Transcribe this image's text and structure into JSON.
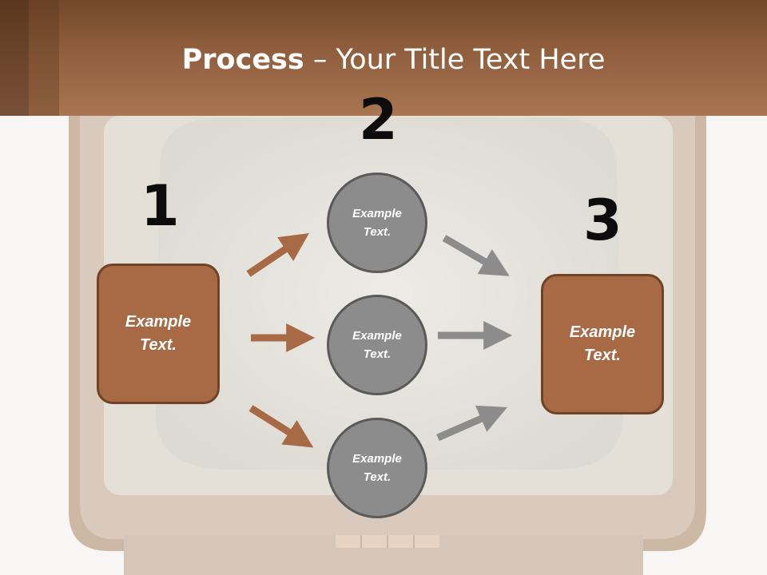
{
  "title": {
    "bold": "Process",
    "rest": " – Your Title Text Here"
  },
  "steps": [
    {
      "number": "1",
      "box_text": "Example\nText."
    },
    {
      "number": "2"
    },
    {
      "number": "3",
      "box_text": "Example\nText."
    }
  ],
  "circles": [
    {
      "text": "Example\nText."
    },
    {
      "text": "Example\nText."
    },
    {
      "text": "Example\nText."
    }
  ],
  "colors": {
    "header": "#a06a46",
    "box_fill": "#a86a45",
    "box_border": "#6e4326",
    "circle_fill": "#8c8c8c",
    "circle_border": "#5a5a5a",
    "arrow_brown": "#a86a45",
    "arrow_gray": "#8c8c8c"
  }
}
